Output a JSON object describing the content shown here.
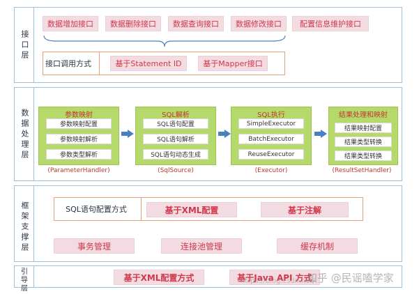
{
  "interface_layer": {
    "label": "接口层",
    "top_items": [
      "数据增加接口",
      "数据删除接口",
      "数据查询接口",
      "数据修改接口",
      "配置信息维护接口"
    ],
    "method_label": "接口调用方式",
    "methods": [
      "基于Statement ID",
      "基于Mapper接口"
    ]
  },
  "processing_layer": {
    "label": "数据处理层",
    "stages": [
      {
        "title": "参数映射",
        "items": [
          "参数映射配置",
          "参数映射解析",
          "参数类型解析"
        ],
        "caption": "(ParameterHandler)"
      },
      {
        "title": "SQL解析",
        "items": [
          "SQL语句配置",
          "SQL语句解析",
          "SQL语句动态生成"
        ],
        "caption": "(SqlSource)"
      },
      {
        "title": "SQL执行",
        "items": [
          "SimpleExecutor",
          "BatchExecutor",
          "ReuseExecutor"
        ],
        "caption": "(Executor)"
      },
      {
        "title": "结果处理和映射",
        "items": [
          "结果映射配置",
          "结果类型转换",
          "结果类型转换"
        ],
        "caption": "(ResultSetHandler)"
      }
    ]
  },
  "framework_layer": {
    "label": "框架支撑层",
    "sql_config_label": "SQL语句配置方式",
    "sql_config_options": [
      "基于XML配置",
      "基于注解"
    ],
    "supports": [
      "事务管理",
      "连接池管理",
      "缓存机制"
    ]
  },
  "boot_layer": {
    "label": "引导层",
    "options": [
      "基于XML配置方式",
      "基于Java API 方式"
    ]
  },
  "watermark": {
    "text": "知乎 @民谣嗑学家",
    "url": "https://blog.csdn.net/..."
  },
  "colors": {
    "border": "#9bbfdc",
    "pink_bg": "#f2dce2",
    "pink_text": "#d2374a",
    "green_bg": "#b5d96a",
    "arrow": "#4a7fbf",
    "orange_border": "#e8a07a"
  }
}
